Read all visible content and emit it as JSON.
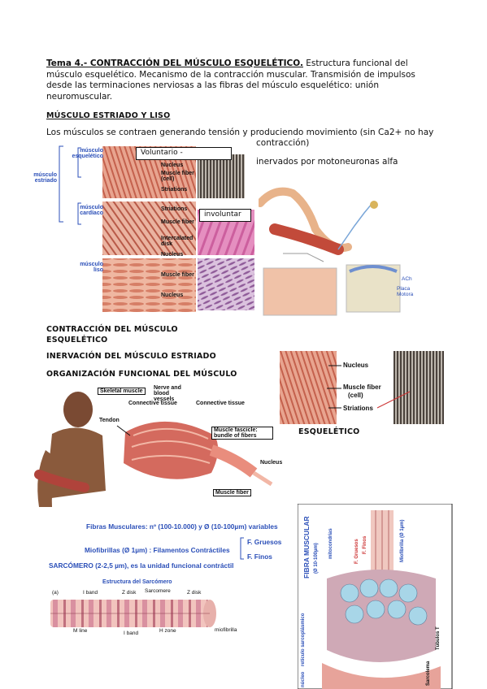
{
  "doc": {
    "title_underlined": "Tema 4.- CONTRACCIÓN DEL MÚSCULO ESQUELÉTICO.",
    "title_rest": " Estructura funcional del músculo esquelético. Mecanismo de la contracción muscular. Transmisión de impulsos desde las terminaciones nerviosas a las fibras del músculo esquelético: unión neuromuscular.",
    "section1": "MÚSCULO ESTRIADO Y LISO",
    "intro_line": "Los músculos se contraen generando tensión y produciendo movimiento (sin Ca2+ no hay",
    "intro_cont": "contracción)",
    "innervation_note": "inervados por motoneuronas alfa",
    "heading_contraction": "CONTRACCIÓN DEL MÚSCULO ESQUELÉTICO",
    "heading_innervation": "INERVACIÓN DEL MÚSCULO ESTRIADO",
    "heading_organization": "ORGANIZACIÓN FUNCIONAL DEL MÚSCULO",
    "esqueletico_caption": "ESQUELÉTICO"
  },
  "fig_types": {
    "musculo": "músculo",
    "estriado": "estriado",
    "esqueletico": "esquelético",
    "cardiaco": "cardíaco",
    "liso": "liso",
    "box_voluntario": "Voluntario -",
    "box_involuntar": "involuntar",
    "nucleus": "Nucleus",
    "muscle_fiber_cell": "Muscle fiber (cell)",
    "striations": "Striations",
    "muscle_fiber": "Muscle fiber",
    "intercalated_disk": "Intercalated disk"
  },
  "fig_nmj": {
    "ach": "ACh",
    "placa": "Placa Motora"
  },
  "fig_esq": {
    "nucleus": "Nucleus",
    "muscle_fiber": "Muscle fiber",
    "cell": "(cell)",
    "striations": "Striations"
  },
  "fig_anatomy": {
    "skeletal_muscle": "Skeletal muscle",
    "nerve_vessels": "Nerve and blood vessels",
    "connective_tissue_1": "Connective tissue",
    "connective_tissue_2": "Connective tissue",
    "tendon": "Tendon",
    "fascicle": "Muscle fascicle: bundle of fibers",
    "nucleus": "Nucleus",
    "muscle_fiber": "Muscle fiber"
  },
  "fibras": {
    "line1": "Fibras Musculares: nº (100-10.000) y Ø (10-100µm) variables",
    "line2": "Miofibrillas (Ø 1µm) : Filamentos Contráctiles",
    "gruesos": "F. Gruesos",
    "finos": "F. Finos",
    "line3": "SARCÓMERO (2-2,5 µm), es la unidad funcional contráctil"
  },
  "sarcomero": {
    "title": "Estructura del Sarcómero",
    "labels_top": [
      "(a)",
      "I band",
      "Z disk",
      "Sarcomere",
      "Z disk"
    ],
    "labels_bottom": [
      "M line",
      "I band",
      "H zone",
      "miofibrilla"
    ]
  },
  "fibra_fig": {
    "title": "FIBRA MUSCULAR",
    "subtitle": "(Ø 10-100µm)",
    "mitocondrias": "mitocondrias",
    "gruesos": "F. Gruesos",
    "finos": "F. Finos",
    "miofibrilla": "Miofibrilla (Ø 1µm)",
    "reticulo": "retículo sarcoplásmico",
    "nucleo": "núcleo",
    "tubulos": "Túbulos T",
    "sarcolema": "Sarcolema"
  }
}
